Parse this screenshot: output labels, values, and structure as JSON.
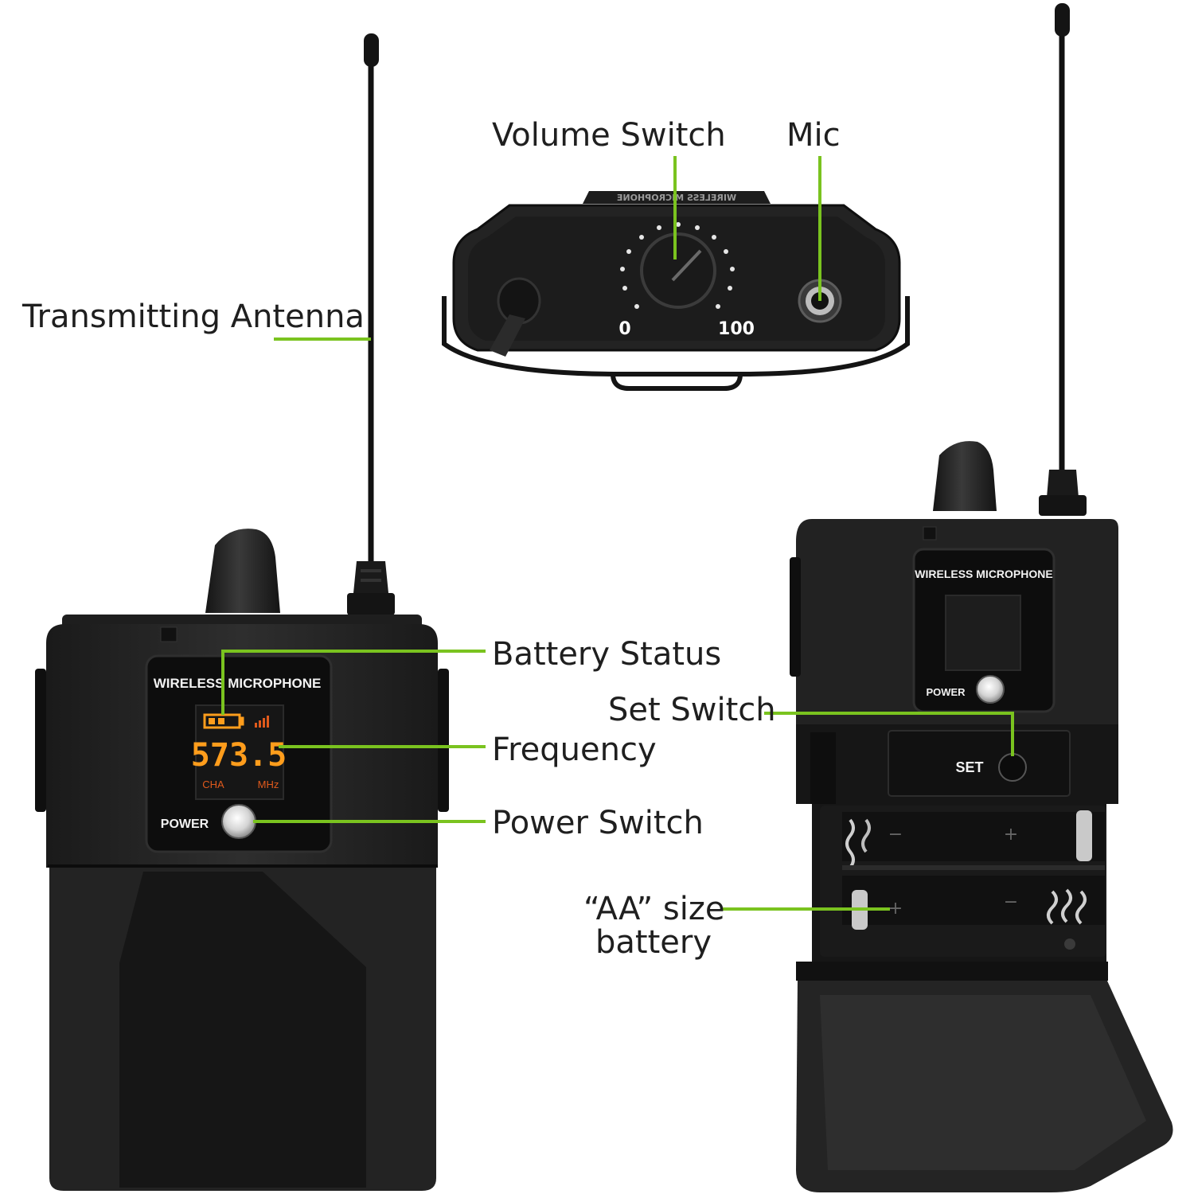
{
  "colors": {
    "leader_line": "#7ac31f",
    "label_text": "#1f1f1f",
    "device_body": "#262626",
    "display_digits": "#ff9d1c",
    "display_unit_text": "#e05a1c"
  },
  "labels": {
    "transmitting_antenna": "Transmitting Antenna",
    "volume_switch": "Volume Switch",
    "mic": "Mic",
    "battery_status": "Battery Status",
    "frequency": "Frequency",
    "power_switch": "Power Switch",
    "set_switch": "Set Switch",
    "aa_battery_line1": "“AA” size",
    "aa_battery_line2": "battery"
  },
  "left_device": {
    "brand_label": "WIRELESS MICROPHONE",
    "display_frequency": "573.5",
    "display_channel_label": "CHA",
    "display_unit": "MHz",
    "power_label": "POWER"
  },
  "right_device": {
    "brand_label": "WIRELESS MICROPHONE",
    "power_label": "POWER",
    "set_label": "SET",
    "battery_polarity_plus": "+",
    "battery_polarity_minus": "−"
  },
  "top_device": {
    "scale_min": "0",
    "scale_max": "100",
    "mirrored_brand_text": "WIRELESS MICROPHONE"
  }
}
